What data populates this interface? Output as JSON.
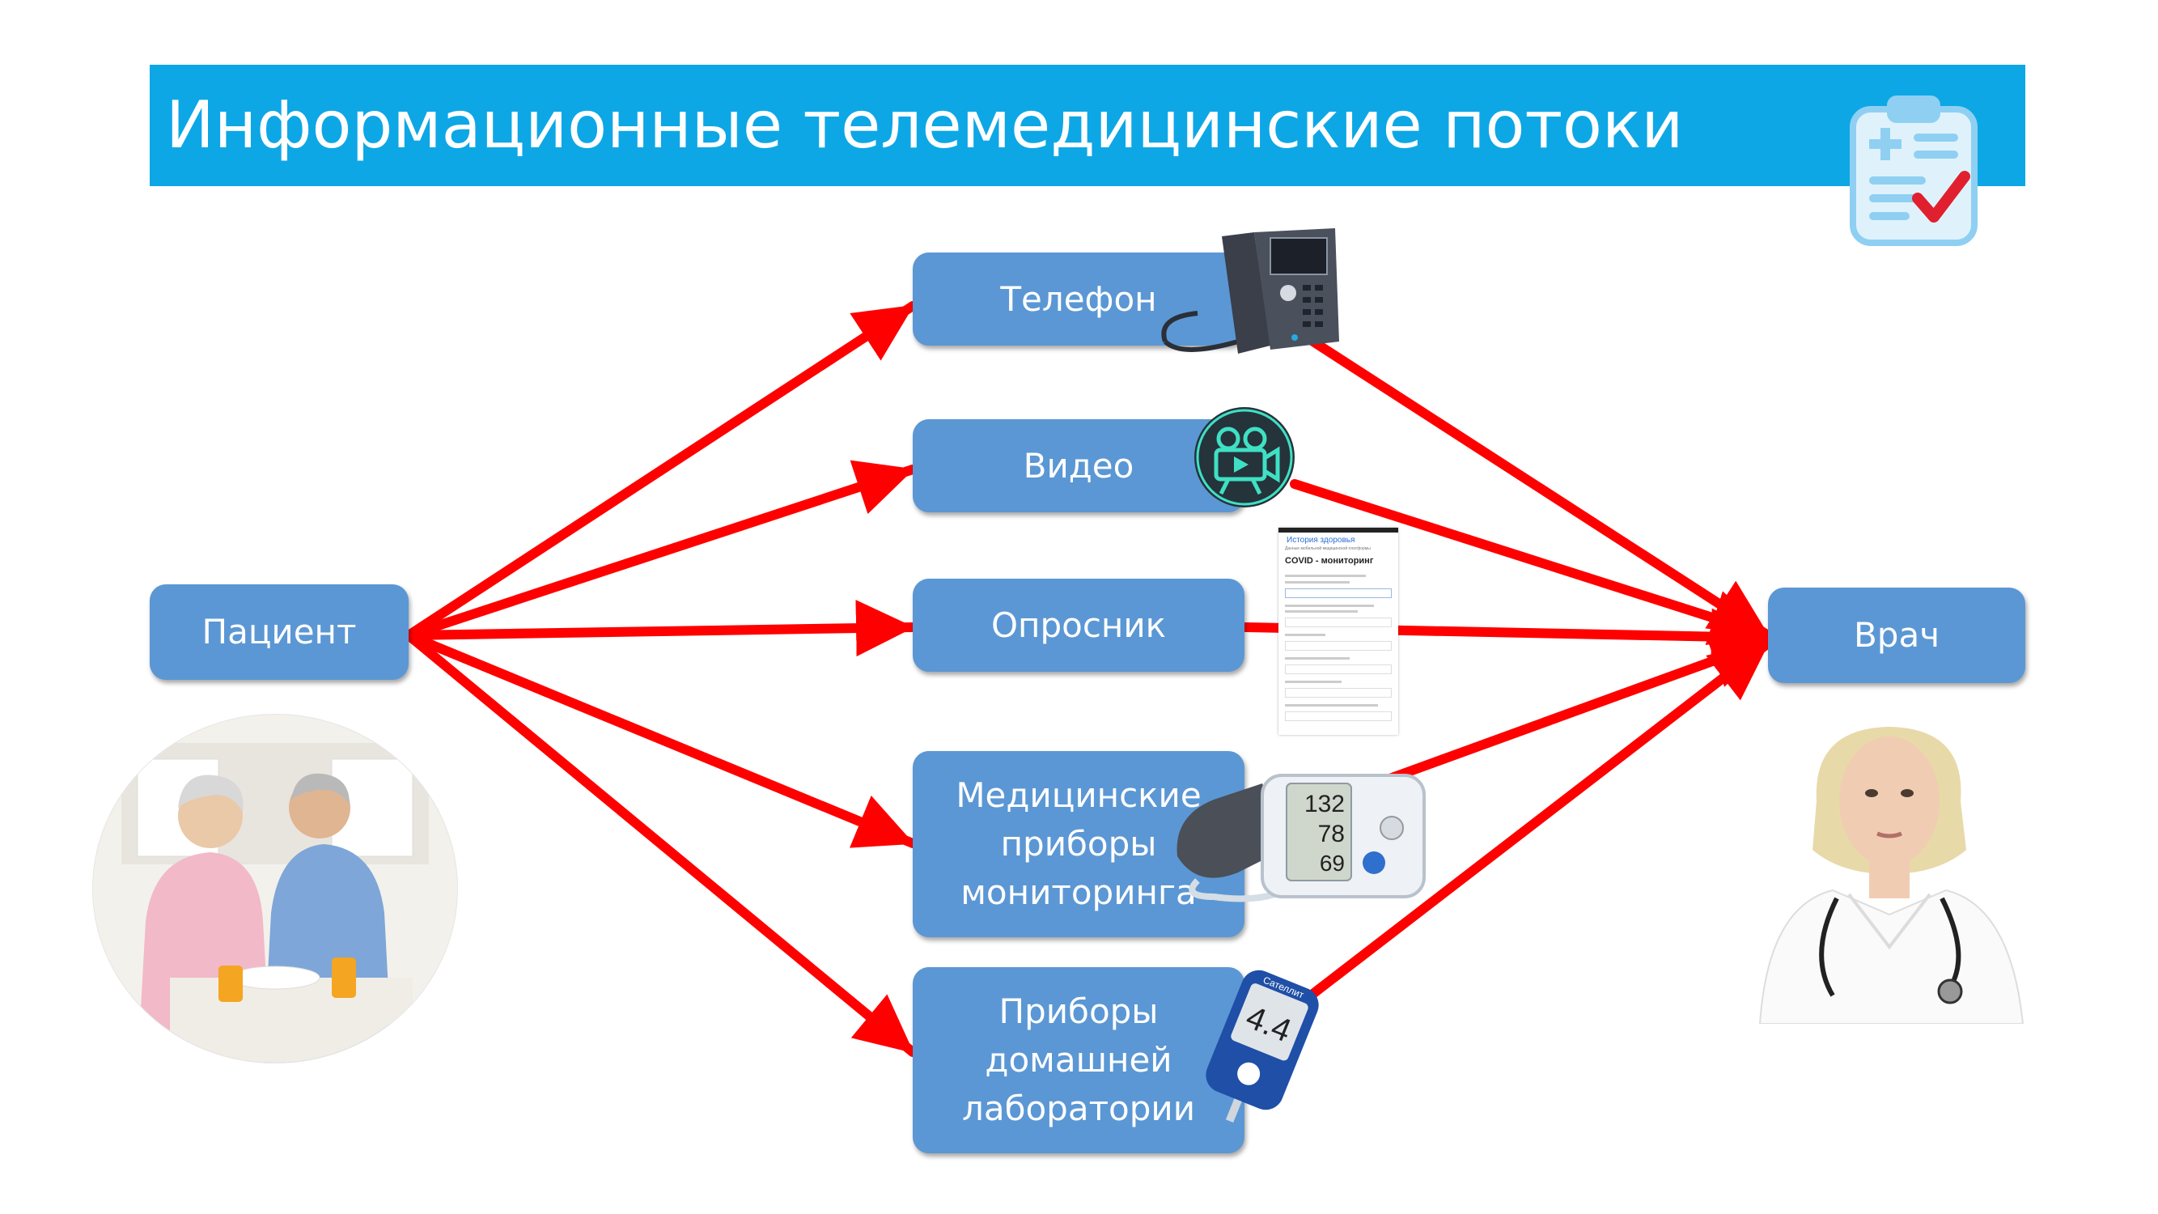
{
  "title": "Информационные телемедицинские потоки",
  "nodes": {
    "patient": "Пациент",
    "doctor": "Врач",
    "phone": "Телефон",
    "video": "Видео",
    "questionnaire": "Опросник",
    "monitoring": [
      "Медицинские",
      "приборы",
      "мониторинга"
    ],
    "homelab": [
      "Приборы",
      "домашней",
      "лаборатории"
    ]
  },
  "questionnaire_form": {
    "breadcrumb": "История здоровья",
    "subtitle": "Данные мобильной медицинской платформы",
    "heading": "COVID - мониторинг"
  },
  "devices": {
    "bp_readings": [
      "132",
      "78",
      "69"
    ],
    "glucometer_brand": "Сателлит",
    "glucometer_value": "4.4"
  },
  "colors": {
    "banner": "#0da7e6",
    "node": "#5b97d4",
    "arrow": "#ff0000"
  }
}
